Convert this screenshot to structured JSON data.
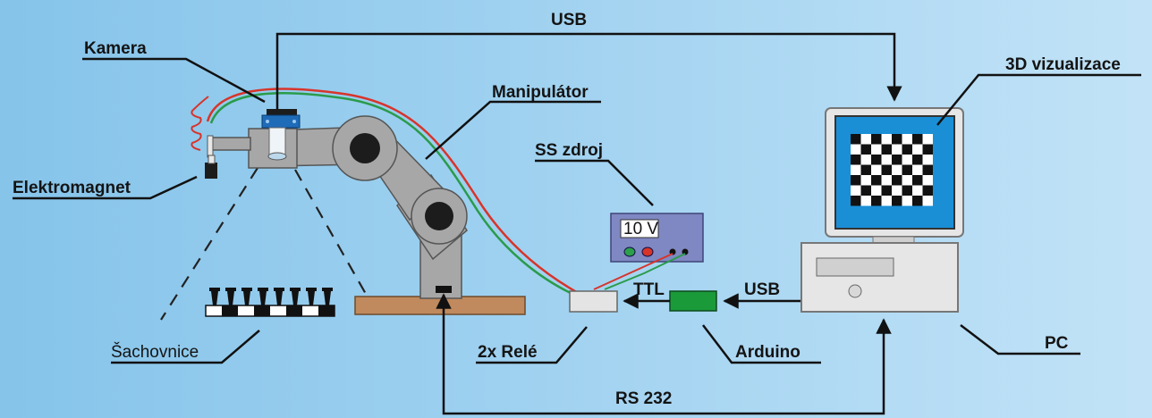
{
  "labels": {
    "usb_top": "USB",
    "kamera": "Kamera",
    "manipulator": "Manipulátor",
    "elektromagnet": "Elektromagnet",
    "ss_zdroj": "SS zdroj",
    "supply_display": "10 V",
    "vizualizace": "3D vizualizace",
    "ttl": "TTL",
    "usb_bottom": "USB",
    "sachovnice": "Šachovnice",
    "rele": "2x Relé",
    "arduino": "Arduino",
    "pc": "PC",
    "rs232": "RS 232"
  },
  "colors": {
    "background": "#9fd1f0",
    "arm": "#a7a7a7",
    "base_plate": "#c08a5e",
    "arduino": "#1b9a3a",
    "monitor_screen": "#1a8fd6",
    "supply_panel": "#7f88c2",
    "wire_red": "#d8342a",
    "wire_green": "#2a9b4a"
  }
}
